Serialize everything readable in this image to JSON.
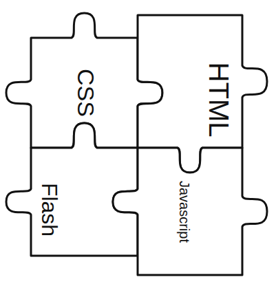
{
  "diagram": {
    "nodes": [
      {
        "text": [
          "CSS"
        ]
      },
      {
        "text": [
          "HTML"
        ]
      },
      {
        "text": [
          "Flash"
        ]
      },
      {
        "text": [
          "Javascript"
        ]
      }
    ]
  }
}
